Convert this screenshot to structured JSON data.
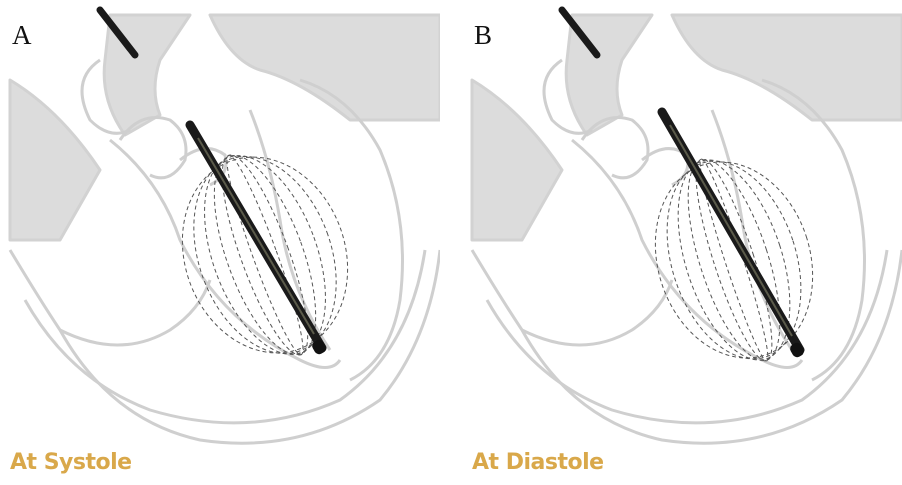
{
  "colors": {
    "label_gold": "#d9a84a",
    "vessel_gray": "#dcdcdc",
    "outline_gray": "#cfcfcf",
    "catheter": "#1a1a1a",
    "field_lines": "#555555"
  },
  "panels": [
    {
      "letter": "A",
      "phase": "At Systole"
    },
    {
      "letter": "B",
      "phase": "At Diastole"
    }
  ]
}
